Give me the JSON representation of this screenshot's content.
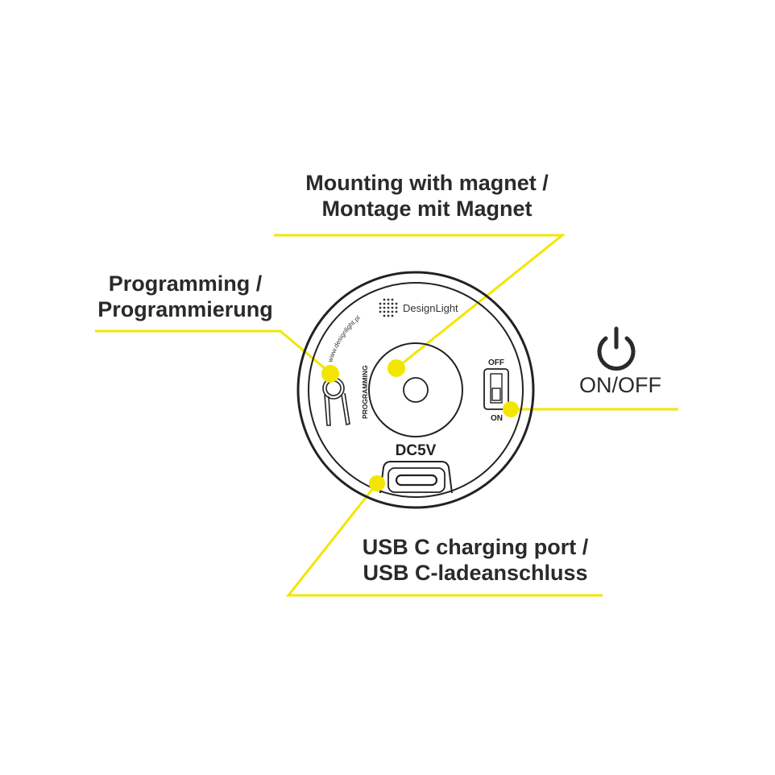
{
  "labels": {
    "magnet_line1": "Mounting with magnet /",
    "magnet_line2": "Montage mit Magnet",
    "programming_line1": "Programming /",
    "programming_line2": "Programmierung",
    "usb_line1": "USB C charging port /",
    "usb_line2": "USB C-ladeanschluss",
    "onoff": "ON/OFF"
  },
  "device": {
    "brand": "DesignLight",
    "website": "www.designlight.pl",
    "programming_text": "PROGRAMMING",
    "switch_off": "OFF",
    "switch_on": "ON",
    "port_label": "DC5V"
  },
  "colors": {
    "callout": "#f2e600",
    "outline": "#222222",
    "text": "#2a2a2a"
  },
  "icons": {
    "power": "power-icon",
    "logo": "designlight-logo-icon"
  }
}
